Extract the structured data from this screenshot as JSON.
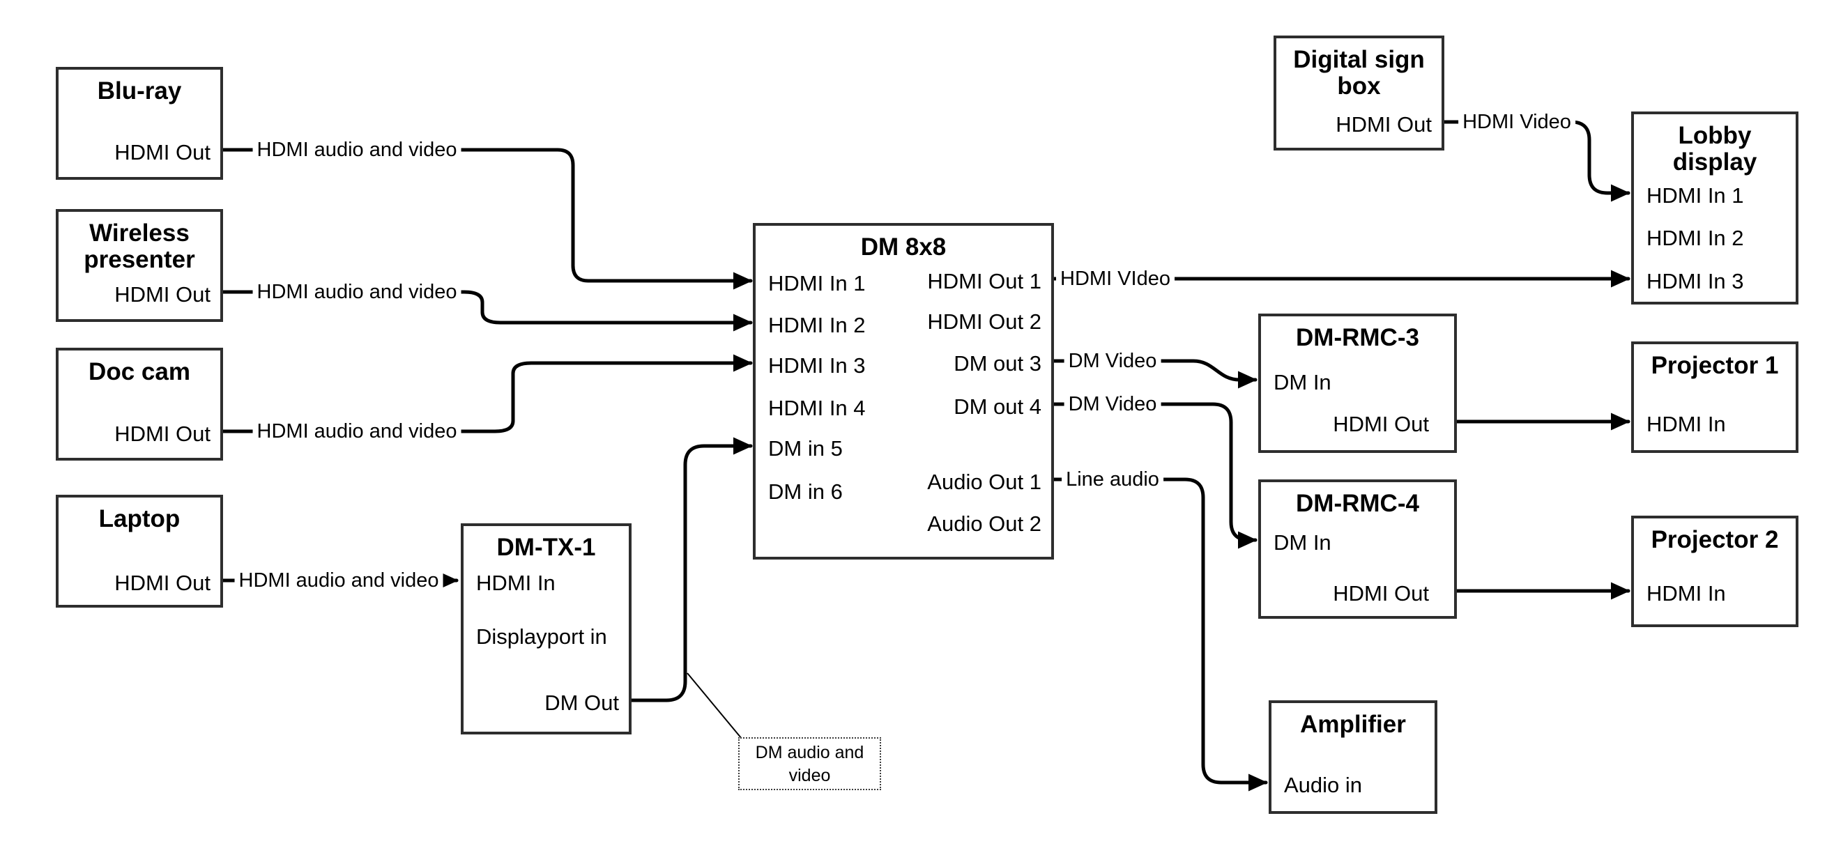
{
  "colors": {
    "line": "#000000",
    "box_border": "#2e2e2e",
    "text": "#000000",
    "background": "#ffffff"
  },
  "nodes": {
    "bluray": {
      "title": "Blu-ray",
      "hdmi_out": "HDMI Out"
    },
    "wireless": {
      "title_line1": "Wireless",
      "title_line2": "presenter",
      "hdmi_out": "HDMI Out"
    },
    "doccam": {
      "title": "Doc cam",
      "hdmi_out": "HDMI Out"
    },
    "laptop": {
      "title": "Laptop",
      "hdmi_out": "HDMI Out"
    },
    "dmtx1": {
      "title": "DM-TX-1",
      "hdmi_in": "HDMI In",
      "displayport_in": "Displayport in",
      "dm_out": "DM Out"
    },
    "dm8x8": {
      "title": "DM 8x8",
      "hdmi_in_1": "HDMI In 1",
      "hdmi_in_2": "HDMI In 2",
      "hdmi_in_3": "HDMI In 3",
      "hdmi_in_4": "HDMI In 4",
      "dm_in_5": "DM in 5",
      "dm_in_6": "DM in 6",
      "hdmi_out_1": "HDMI Out 1",
      "hdmi_out_2": "HDMI Out 2",
      "dm_out_3": "DM out 3",
      "dm_out_4": "DM out 4",
      "audio_out_1": "Audio Out 1",
      "audio_out_2": "Audio Out 2"
    },
    "digital_sign": {
      "title_line1": "Digital sign",
      "title_line2": "box",
      "hdmi_out": "HDMI Out"
    },
    "lobby": {
      "title_line1": "Lobby",
      "title_line2": "display",
      "hdmi_in_1": "HDMI In 1",
      "hdmi_in_2": "HDMI In 2",
      "hdmi_in_3": "HDMI In 3"
    },
    "dmrmc3": {
      "title": "DM-RMC-3",
      "dm_in": "DM In",
      "hdmi_out": "HDMI Out"
    },
    "proj1": {
      "title": "Projector 1",
      "hdmi_in": "HDMI In"
    },
    "dmrmc4": {
      "title": "DM-RMC-4",
      "dm_in": "DM In",
      "hdmi_out": "HDMI Out"
    },
    "proj2": {
      "title": "Projector 2",
      "hdmi_in": "HDMI In"
    },
    "amplifier": {
      "title": "Amplifier",
      "audio_in": "Audio in"
    }
  },
  "link_labels": {
    "bluray": "HDMI audio and video",
    "wireless": "HDMI audio and video",
    "doccam": "HDMI audio and video",
    "laptop": "HDMI audio and video",
    "hdmi_out_1": "HDMI VIdeo",
    "dm_out_3": "DM Video",
    "dm_out_4": "DM Video",
    "audio_out_1": "Line audio",
    "digital_sign": "HDMI Video"
  },
  "callout": {
    "line1": "DM audio and",
    "line2": "video"
  }
}
